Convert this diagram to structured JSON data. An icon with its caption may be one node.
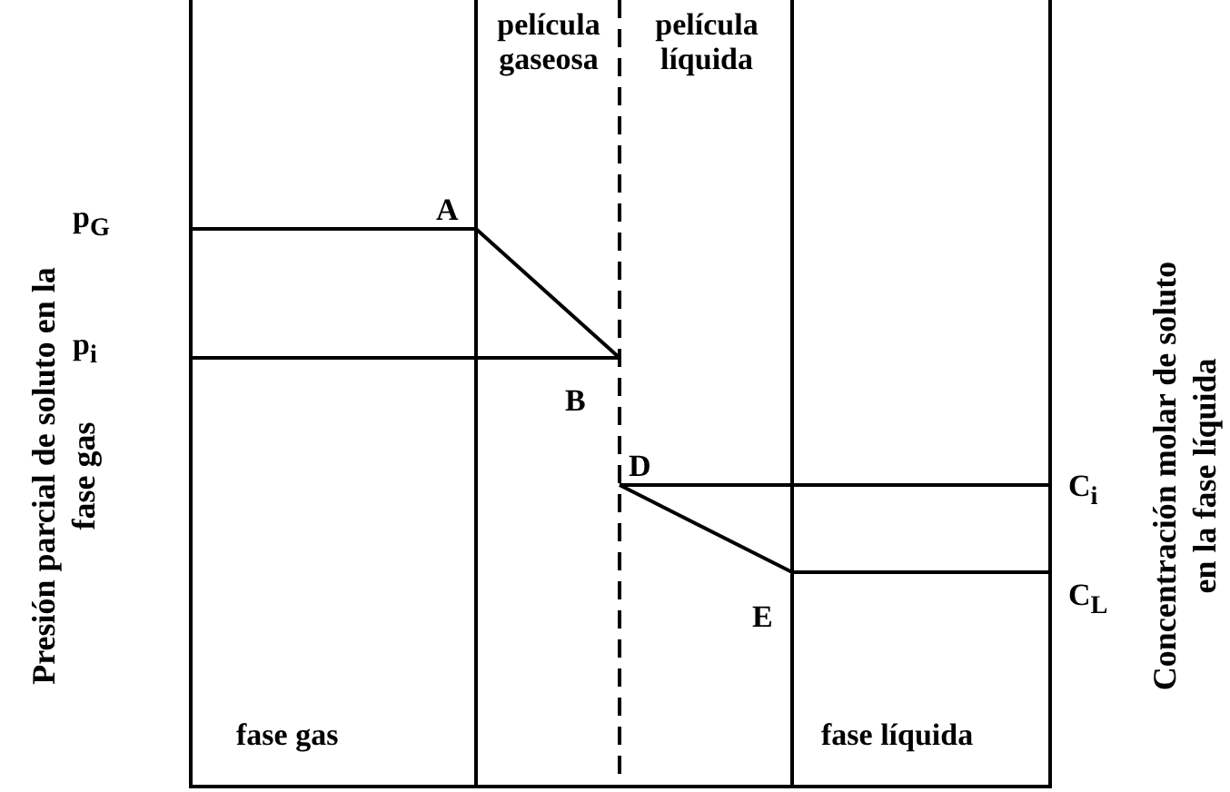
{
  "diagram": {
    "labels": [
      "película gaseosa",
      "película líquida",
      "p$_{G}$",
      "A",
      "p$_{i}$",
      "B",
      "D",
      "C$_{i}$",
      "E",
      "C$_{L}$",
      "Presión parcial de soluto en la fase gas",
      "Concentración molar de soluto en la fase líquida",
      "fase gas",
      "fase líquida"
    ]
  }
}
